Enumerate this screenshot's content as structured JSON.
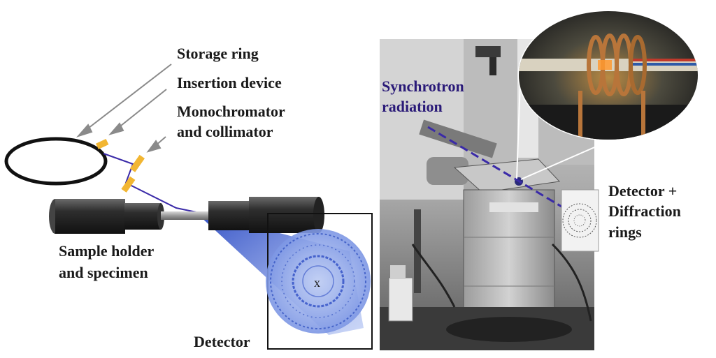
{
  "labels": {
    "storage_ring": "Storage ring",
    "insertion_device": "Insertion device",
    "monochromator_line1": "Monochromator",
    "monochromator_line2": "and collimator",
    "sample_line1": "Sample holder",
    "sample_line2": "and specimen",
    "detector": "Detector",
    "detector_center_mark": "x",
    "synchrotron_line1": "Synchrotron",
    "synchrotron_line2": "radiation",
    "detector_rings_line1": "Detector +",
    "detector_rings_line2": "Diffraction",
    "detector_rings_line3": "rings"
  },
  "colors": {
    "beam": "#3a2aa8",
    "mirror": "#f2b632",
    "detector_blue": "#4a6fd6",
    "text": "#1a1a1a",
    "synchrotron_text": "#2a1a78",
    "cylinder": "#2b2b2b"
  }
}
